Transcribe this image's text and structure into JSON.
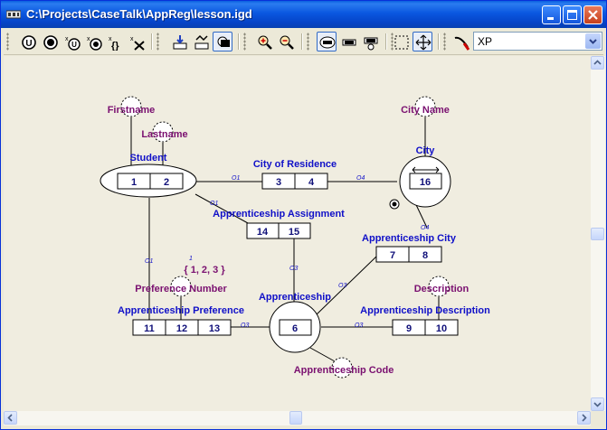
{
  "window": {
    "title": "C:\\Projects\\CaseTalk\\AppReg\\lesson.igd"
  },
  "toolbar": {
    "icons": [
      "unique-constraint",
      "total-role",
      "value-constraint",
      "frequency-constraint",
      "subset-constraint",
      "exclusion-constraint",
      "fact-type",
      "object-type",
      "nominalization",
      "zoom-in",
      "zoom-out",
      "oval-view",
      "box-view",
      "label-view",
      "select-rect",
      "move"
    ],
    "style_select": "XP"
  },
  "diagram": {
    "fact_types": [
      {
        "name": "Student",
        "cells": [
          "1",
          "2"
        ]
      },
      {
        "name": "City of Residence",
        "cells": [
          "3",
          "4"
        ]
      },
      {
        "name": "City",
        "cells": [
          "16"
        ]
      },
      {
        "name": "Apprenticeship Assignment",
        "cells": [
          "14",
          "15"
        ]
      },
      {
        "name": "Apprenticeship City",
        "cells": [
          "7",
          "8"
        ]
      },
      {
        "name": "Apprenticeship Preference",
        "cells": [
          "11",
          "12",
          "13"
        ]
      },
      {
        "name": "Apprenticeship",
        "cells": [
          "6"
        ]
      },
      {
        "name": "Apprenticeship Description",
        "cells": [
          "9",
          "10"
        ]
      }
    ],
    "label_types": [
      "Firstname",
      "Lastname",
      "City Name",
      "Preference Number",
      "Description",
      "Apprenticeship Code"
    ],
    "value_constraint": "{ 1, 2, 3 }",
    "constraint_marks": {
      "o1": "O1",
      "o3": "O3",
      "o4": "O4",
      "one": "1"
    }
  },
  "colors": {
    "fact_label": "#1010c8",
    "label_type": "#7a1070",
    "title_bar": "#0a57e0"
  }
}
